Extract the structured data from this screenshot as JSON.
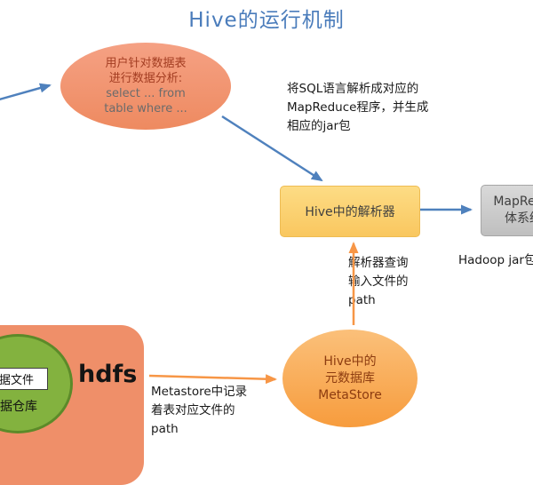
{
  "title": "Hive的运行机制",
  "colors": {
    "flow_blue": "#4f81bd",
    "flow_orange": "#f79646",
    "title_blue": "#4a7cbb"
  },
  "nodes": {
    "user_query": {
      "lines": [
        "用户针对数据表",
        "进行数据分析:",
        "select ... from",
        "table where ..."
      ]
    },
    "parser": {
      "label": "Hive中的解析器"
    },
    "mapreduce": {
      "lines": [
        "MapReduce",
        "体系结构"
      ]
    },
    "metastore": {
      "lines": [
        "Hive中的",
        "元数据库",
        "MetaStore"
      ]
    },
    "hdfs": {
      "label": "hdfs",
      "data_file": "数据文件",
      "warehouse": "数据仓库"
    }
  },
  "annotations": {
    "sql_to_mapreduce": [
      "将SQL语言解析成对应的",
      "MapReduce程序，并生成",
      "相应的jar包"
    ],
    "hadoop_jar": "Hadoop jar包",
    "parser_query_path": [
      "解析器查询",
      "输入文件的",
      "path"
    ],
    "metastore_record": [
      "Metastore中记录",
      "着表对应文件的",
      "path"
    ]
  }
}
